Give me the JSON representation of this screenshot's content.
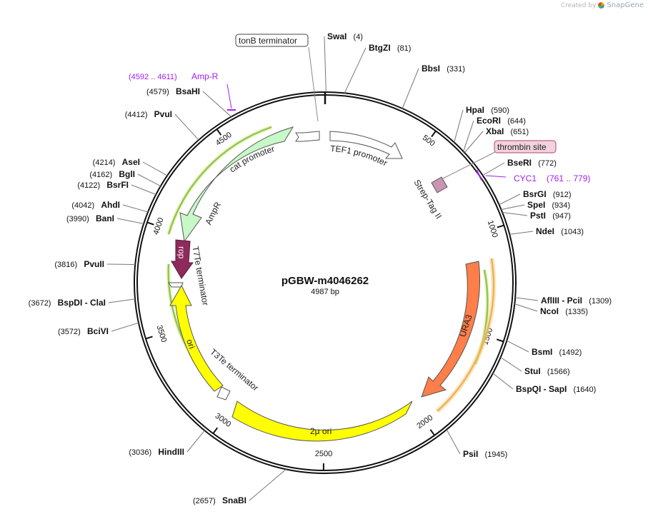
{
  "watermark": {
    "created_by": "Created by",
    "brand": "SnapGene"
  },
  "plasmid": {
    "name": "pGBW-m4046262",
    "length_label": "4987 bp",
    "length": 4987
  },
  "colors": {
    "backbone": "#111111",
    "ampr": "#c8f7c8",
    "rop": "#8e2a5c",
    "ori": "#ffff00",
    "ura3": "#ff7e4a",
    "promoter": "#ffffff",
    "tag": "#c896b4",
    "primer_bind": "#a020f0",
    "orf_green": "#3d9a2a",
    "orf_orange": "#e8931e",
    "label_box_bg": "#f2d3dd"
  },
  "ticks": [
    "500",
    "1000",
    "1500",
    "2000",
    "2500",
    "3000",
    "3500",
    "4000",
    "4500"
  ],
  "enzymes": [
    {
      "name": "SwaI",
      "pos": "(4)"
    },
    {
      "name": "BtgZI",
      "pos": "(81)"
    },
    {
      "name": "BbsI",
      "pos": "(331)"
    },
    {
      "name": "HpaI",
      "pos": "(590)"
    },
    {
      "name": "EcoRI",
      "pos": "(644)"
    },
    {
      "name": "XbaI",
      "pos": "(651)"
    },
    {
      "name": "BseRI",
      "pos": "(772)"
    },
    {
      "name": "BsrGI",
      "pos": "(912)"
    },
    {
      "name": "SpeI",
      "pos": "(934)"
    },
    {
      "name": "PstI",
      "pos": "(947)"
    },
    {
      "name": "NdeI",
      "pos": "(1043)"
    },
    {
      "name": "AflIII",
      "name2": "PciI",
      "pos": "(1309)"
    },
    {
      "name": "NcoI",
      "pos": "(1335)"
    },
    {
      "name": "BsmI",
      "pos": "(1492)"
    },
    {
      "name": "StuI",
      "pos": "(1566)"
    },
    {
      "name": "BspQI",
      "name2": "SapI",
      "pos": "(1640)"
    },
    {
      "name": "PsiI",
      "pos": "(1945)"
    },
    {
      "name": "SnaBI",
      "pos": "(2657)"
    },
    {
      "name": "HindIII",
      "pos": "(3036)"
    },
    {
      "name": "BciVI",
      "pos": "(3572)"
    },
    {
      "name": "BspDI",
      "name2": "ClaI",
      "pos": "(3672)"
    },
    {
      "name": "PvuII",
      "pos": "(3816)"
    },
    {
      "name": "BanI",
      "pos": "(3990)"
    },
    {
      "name": "AhdI",
      "pos": "(4042)"
    },
    {
      "name": "BsrFI",
      "pos": "(4122)"
    },
    {
      "name": "BglI",
      "pos": "(4162)"
    },
    {
      "name": "AseI",
      "pos": "(4214)"
    },
    {
      "name": "PvuI",
      "pos": "(4412)"
    },
    {
      "name": "BsaHI",
      "pos": "(4579)"
    }
  ],
  "features": {
    "tonB": "tonB terminator",
    "thrombin": "thrombin site",
    "cyc1_name": "CYC1",
    "cyc1_range": "(761 .. 779)",
    "ampr_primer_name": "Amp-R",
    "ampr_primer_range": "(4592 .. 4611)",
    "tef1": "TEF1 promoter",
    "strep": "Strep-Tag II",
    "cat": "cat promoter",
    "ampr": "AmpR",
    "rop": "rop",
    "t7te": "T7Te terminator",
    "ori": "ori",
    "t3te": "T3Te terminator",
    "two_mu": "2μ ori",
    "ura3": "URA3"
  }
}
